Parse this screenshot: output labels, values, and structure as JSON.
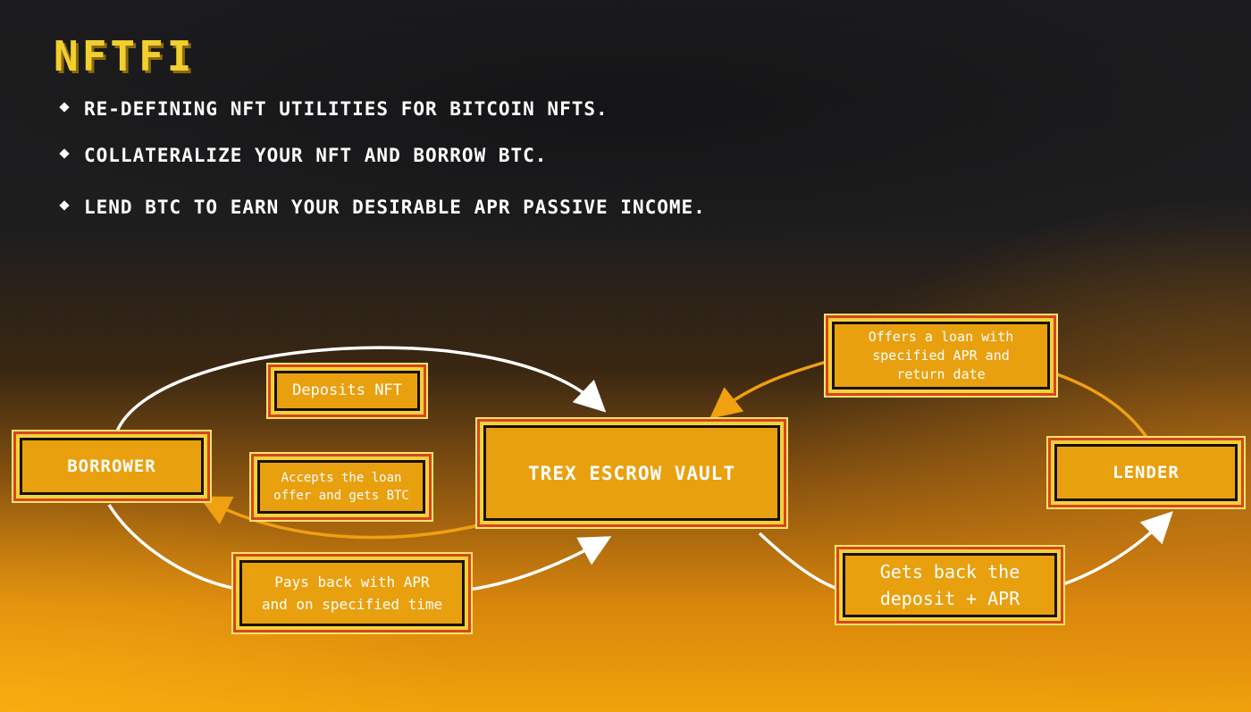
{
  "title": "NFTFI",
  "bullets": [
    "RE-DEFINING NFT UTILITIES FOR BITCOIN NFTS.",
    "COLLATERALIZE YOUR NFT AND BORROW BTC.",
    "LEND BTC TO EARN YOUR DESIRABLE APR PASSIVE INCOME."
  ],
  "nodes": {
    "borrower": "BORROWER",
    "vault": "TREX ESCROW VAULT",
    "lender": "LENDER"
  },
  "steps": {
    "deposits_nft": "Deposits NFT",
    "accepts_loan": "Accepts the loan\noffer and gets BTC",
    "pays_back": "Pays back with APR\nand on specified time",
    "offers_loan": "Offers a loan with\nspecified APR and\nreturn date",
    "gets_back": "Gets back the\ndeposit + APR"
  },
  "colors": {
    "title": "#f2cf2e",
    "box_fill": "#e9a00f",
    "box_border_outer": "#f2d23a",
    "box_border_red": "#d8451e",
    "arrow_white": "#ffffff",
    "arrow_orange": "#f0a010"
  }
}
